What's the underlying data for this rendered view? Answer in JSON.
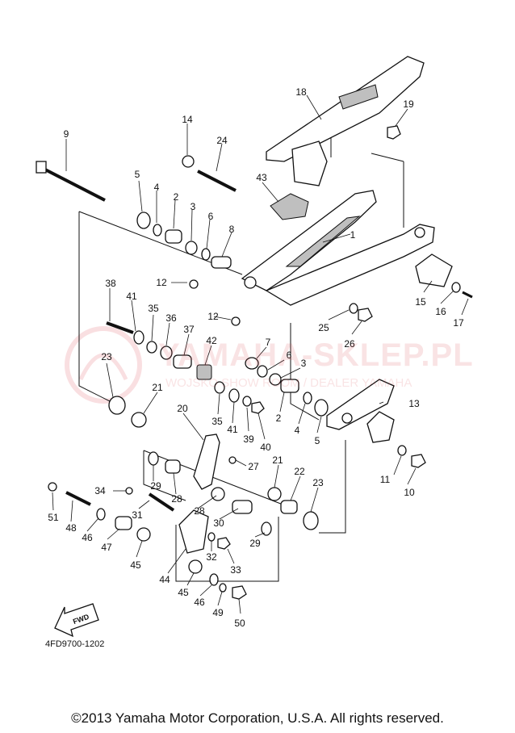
{
  "labels": [
    "1",
    "2",
    "3",
    "4",
    "5",
    "6",
    "8",
    "9",
    "10",
    "11",
    "12",
    "13",
    "14",
    "15",
    "16",
    "17",
    "18",
    "19",
    "20",
    "21",
    "22",
    "23",
    "24",
    "25",
    "26",
    "27",
    "28",
    "29",
    "30",
    "31",
    "32",
    "33",
    "34",
    "35",
    "36",
    "37",
    "38",
    "39",
    "40",
    "41",
    "42",
    "43",
    "44",
    "45",
    "46",
    "47",
    "48",
    "49",
    "50",
    "51",
    "7"
  ],
  "dup_labels": {
    "l2b": "2",
    "l3b": "3",
    "l4b": "4",
    "l5b": "5",
    "l6b": "6",
    "l12b": "12",
    "l21b": "21",
    "l23b": "23",
    "l28b": "28",
    "l29b": "29",
    "l35b": "35",
    "l41b": "41",
    "l45b": "45",
    "l46b": "46"
  },
  "fwd_badge": "FWD",
  "diagram_code": "4FD9700-1202",
  "watermark": "YAMAHA-SKLEP.PL",
  "watermark_sub": "WOJSKO SHOW ROOM / DEALER YAMAHA",
  "copyright": "©2013 Yamaha Motor Corporation, U.S.A. All rights reserved."
}
